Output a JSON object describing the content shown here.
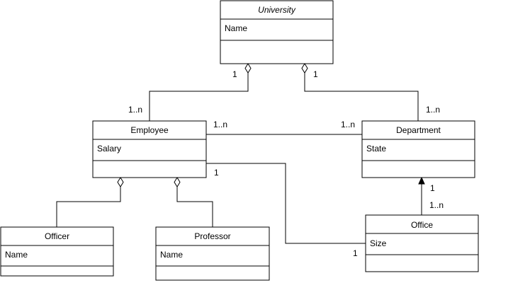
{
  "classes": {
    "university": {
      "name": "University",
      "attribute": "Name"
    },
    "employee": {
      "name": "Employee",
      "attribute": "Salary"
    },
    "department": {
      "name": "Department",
      "attribute": "State"
    },
    "officer": {
      "name": "Officer",
      "attribute": "Name"
    },
    "professor": {
      "name": "Professor",
      "attribute": "Name"
    },
    "office": {
      "name": "Office",
      "attribute": "Size"
    }
  },
  "multiplicities": {
    "univ_employee_univ_end": "1",
    "univ_employee_employee_end": "1..n",
    "univ_department_univ_end": "1",
    "univ_department_department_end": "1..n",
    "employee_department_employee_end": "1..n",
    "employee_department_department_end": "1..n",
    "employee_office_employee_end": "1",
    "employee_office_office_end": "1",
    "office_department_department_end": "1",
    "office_department_office_end": "1..n"
  }
}
